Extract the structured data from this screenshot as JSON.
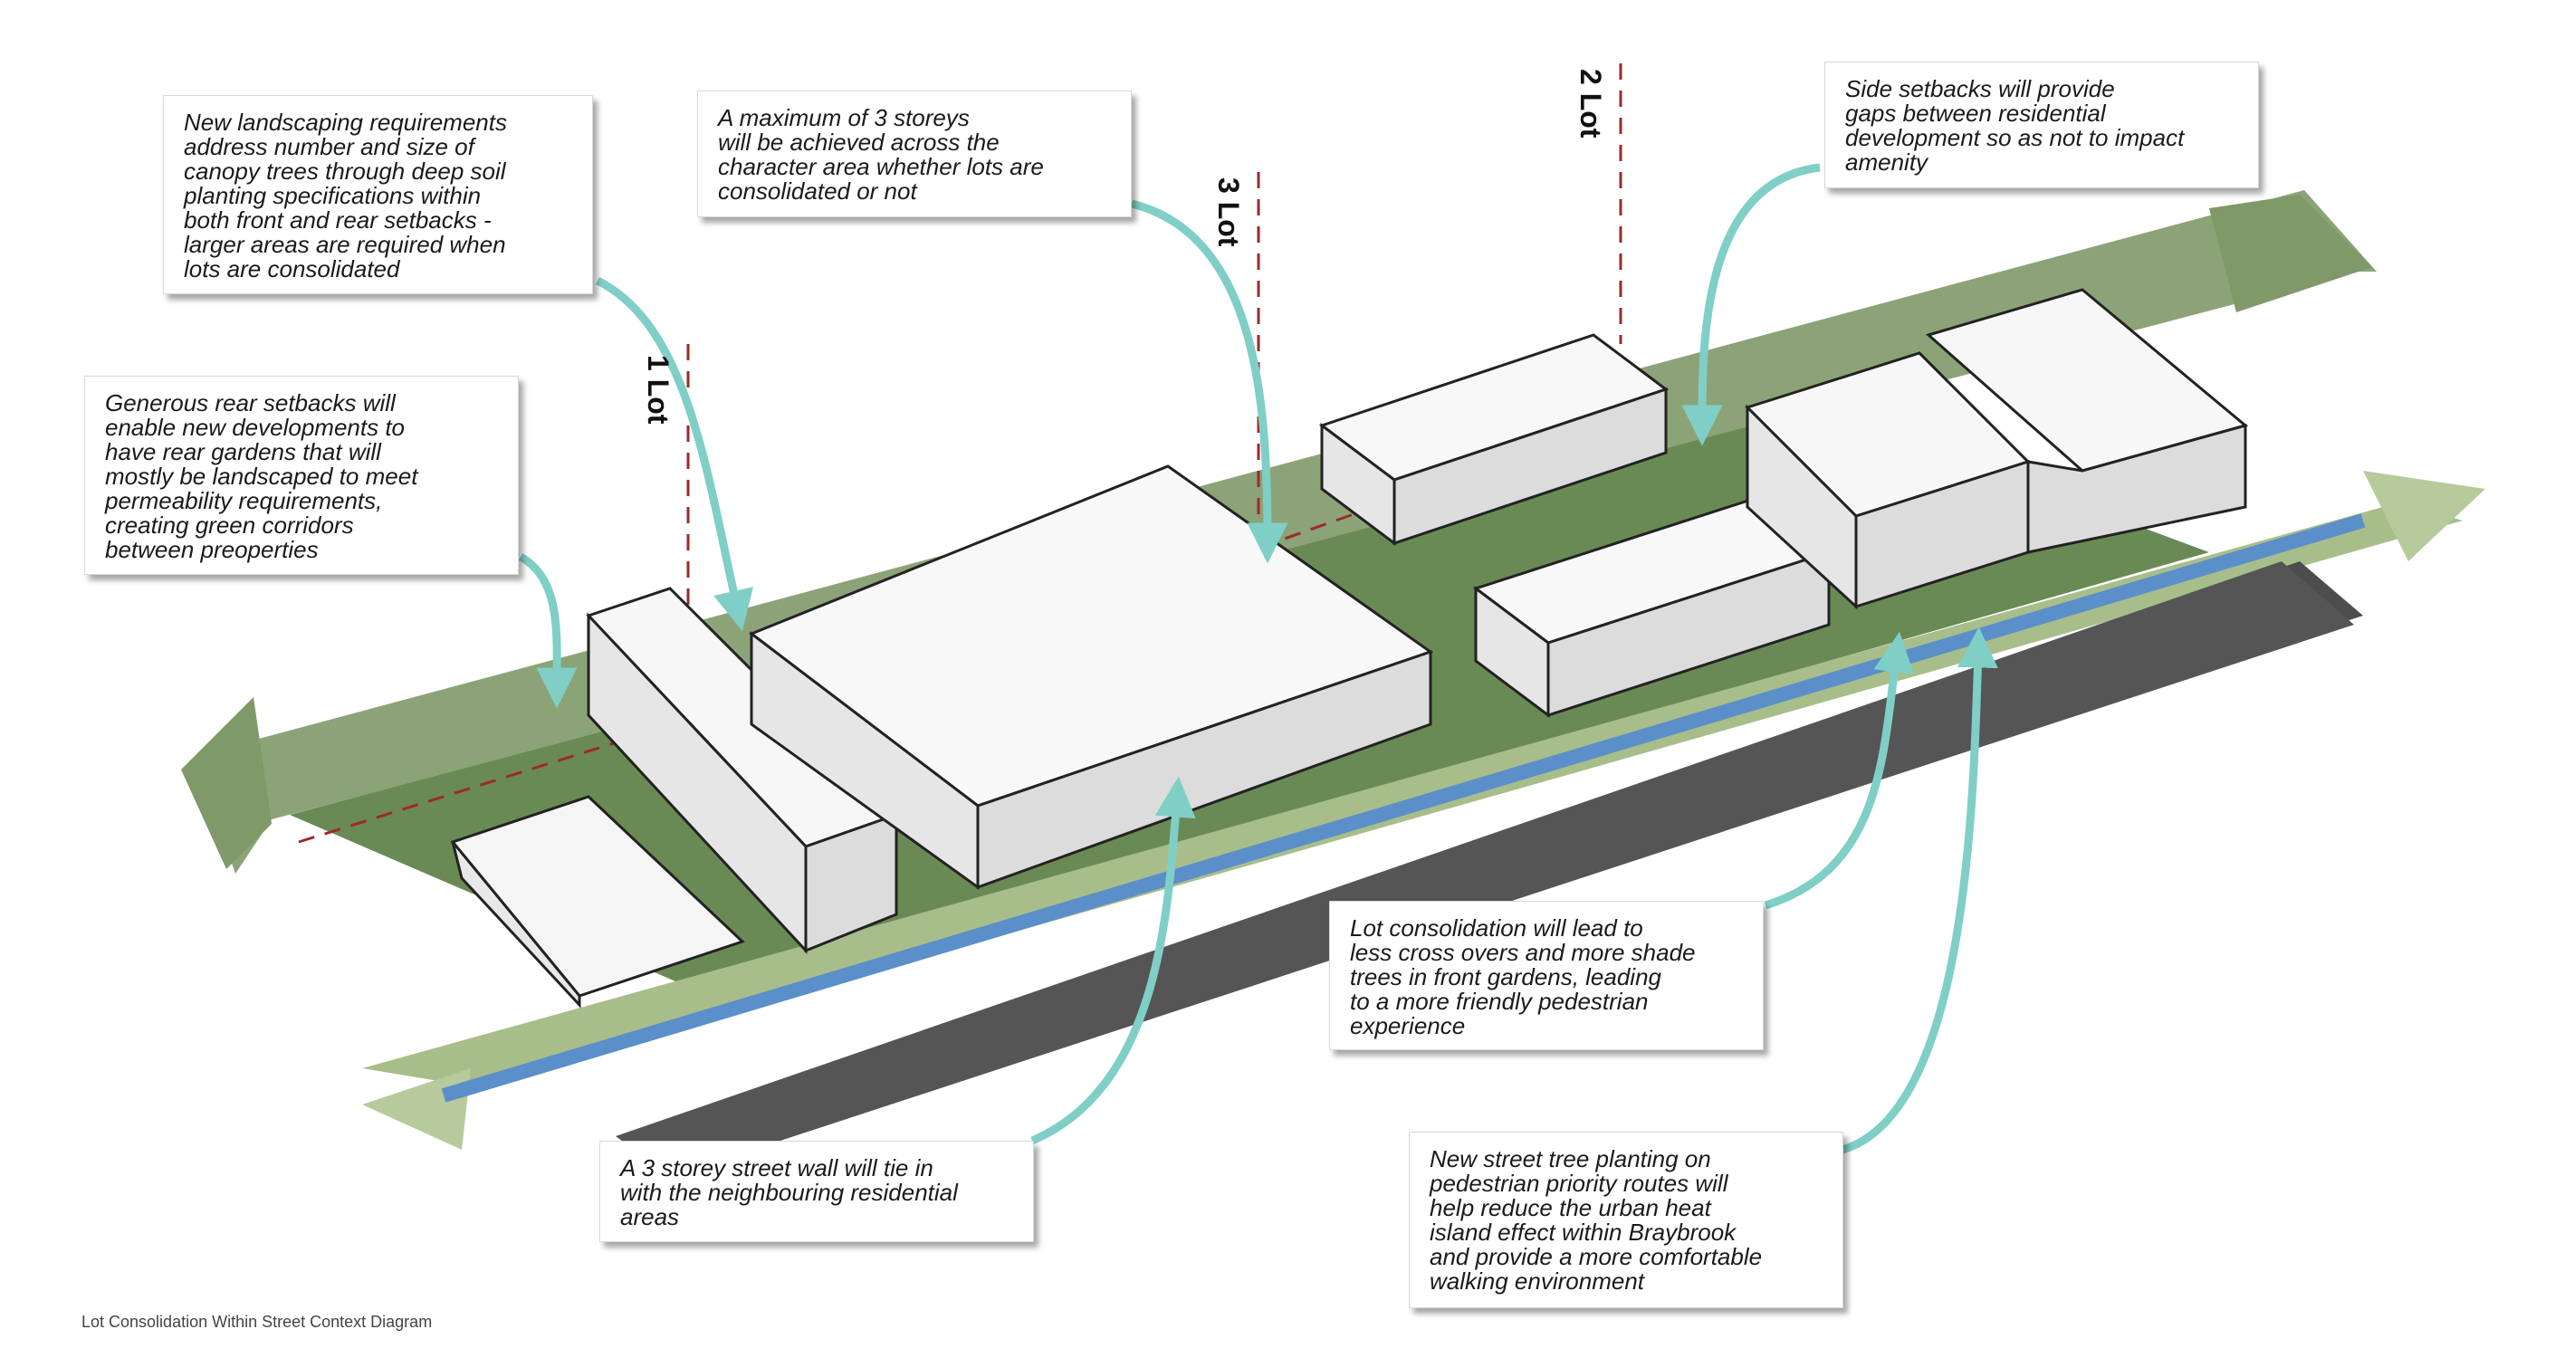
{
  "annotations": {
    "landscaping": "New landscaping requirements\naddress number and size of\ncanopy trees through deep soil\nplanting specifications within\nboth front and rear setbacks -\nlarger areas are required when\nlots are consolidated",
    "max_storeys": "A maximum of 3 storeys\nwill be achieved across the\ncharacter area whether lots are\nconsolidated or not",
    "side_setbacks": "Side setbacks will provide\ngaps between residential\ndevelopment so as not to impact\namenity",
    "rear_setbacks": "Generous rear setbacks will\nenable new developments to\nhave rear gardens that will\nmostly be landscaped to meet\npermeability requirements,\ncreating green corridors\nbetween preoperties",
    "lot_consolidation": "Lot consolidation will lead to\nless cross overs and more shade\ntrees in front gardens, leading\nto a more friendly pedestrian\nexperience",
    "street_wall": "A 3 storey street wall will tie in\nwith the neighbouring residential\nareas",
    "street_trees": "New street tree planting on\npedestrian priority routes will\nhelp reduce the urban heat\nisland effect within Braybrook\nand provide a more comfortable\nwalking environment"
  },
  "lot_labels": {
    "lot1": "1 Lot",
    "lot3": "3 Lot",
    "lot2": "2 Lot"
  },
  "caption": "Lot Consolidation Within Street Context Diagram",
  "colors": {
    "green_corridor": "#7f9968",
    "street_green": "#a8be8a",
    "lawn": "#5d7c4a",
    "road": "#4d4d4d",
    "path_blue": "#5b8fc9",
    "callout_arrow": "#7fcfc6",
    "boundary_red": "#9b2a2a",
    "building": "#f3f3f3"
  }
}
